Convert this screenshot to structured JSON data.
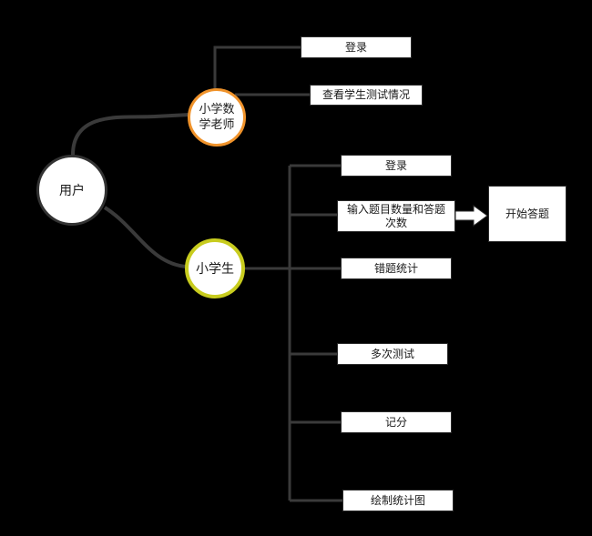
{
  "nodes": {
    "user": "用户",
    "teacher": "小学数\n学老师",
    "student": "小学生"
  },
  "teacher_items": {
    "login": "登录",
    "view_results": "查看学生测试情况"
  },
  "student_items": {
    "login": "登录",
    "input_questions": "输入题目数量和答题\n次数",
    "wrong_stats": "错题统计",
    "multi_test": "多次测试",
    "scoring": "记分",
    "draw_chart": "绘制统计图"
  },
  "result": {
    "start": "开始答题"
  },
  "colors": {
    "background": "#000000",
    "line": "#3a3a3a",
    "teacher_ring": "#f0932b",
    "student_ring": "#c8cc1e",
    "user_ring": "#333333",
    "box_fill": "#ffffff"
  }
}
